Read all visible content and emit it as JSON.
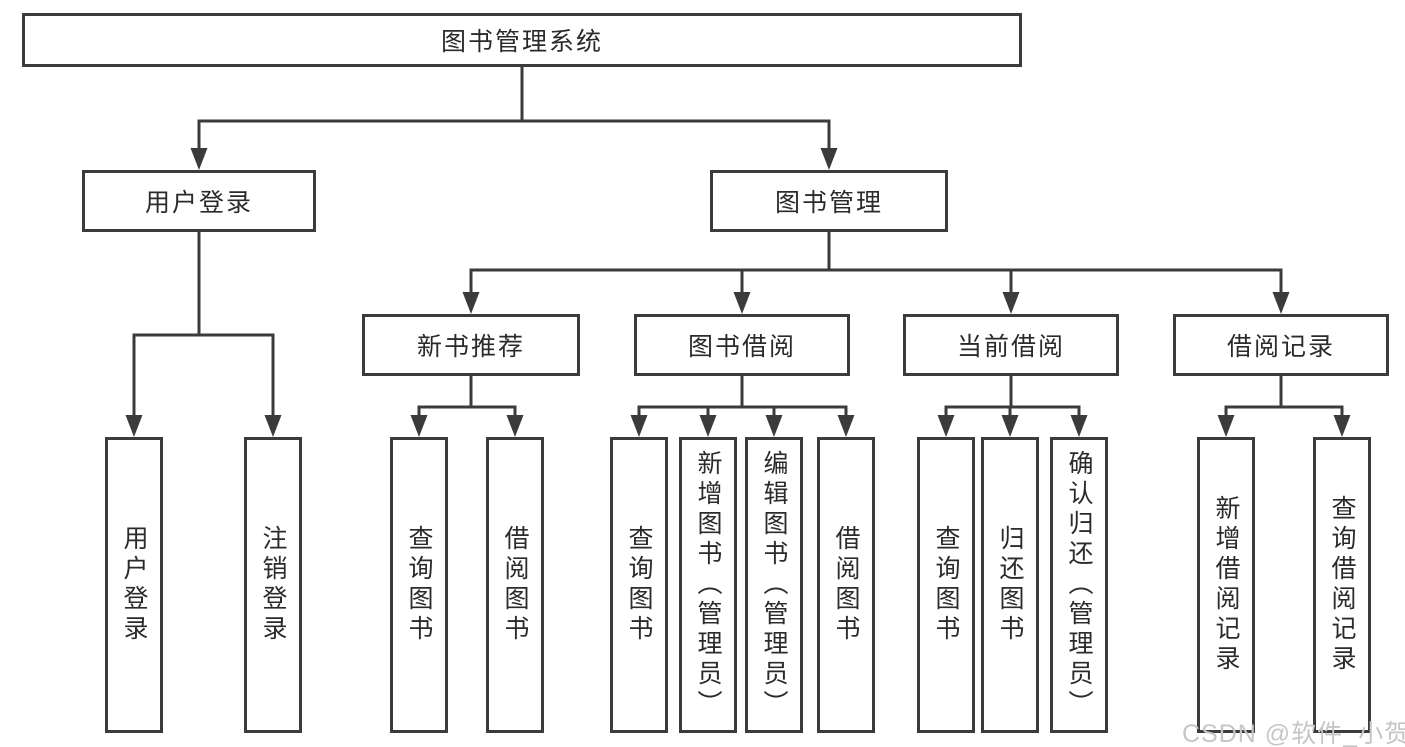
{
  "palette": {
    "line": "#3b3b3b",
    "text": "#2b2b2b",
    "background": "#ffffff",
    "watermark_color": "#c6c6c6"
  },
  "tree": {
    "root": {
      "label": "图书管理系统"
    },
    "branches": [
      {
        "label": "用户登录",
        "children": [
          {
            "label": "用户登录"
          },
          {
            "label": "注销登录"
          }
        ]
      },
      {
        "label": "图书管理",
        "children": [
          {
            "label": "新书推荐",
            "children": [
              {
                "label": "查询图书"
              },
              {
                "label": "借阅图书"
              }
            ]
          },
          {
            "label": "图书借阅",
            "children": [
              {
                "label": "查询图书"
              },
              {
                "label": "新增图书（管理员）"
              },
              {
                "label": "编辑图书（管理员）"
              },
              {
                "label": "借阅图书"
              }
            ]
          },
          {
            "label": "当前借阅",
            "children": [
              {
                "label": "查询图书"
              },
              {
                "label": "归还图书"
              },
              {
                "label": "确认归还（管理员）"
              }
            ]
          },
          {
            "label": "借阅记录",
            "children": [
              {
                "label": "新增借阅记录"
              },
              {
                "label": "查询借阅记录"
              }
            ]
          }
        ]
      }
    ]
  },
  "watermark": {
    "text": "CSDN @软件_小贺同学"
  }
}
